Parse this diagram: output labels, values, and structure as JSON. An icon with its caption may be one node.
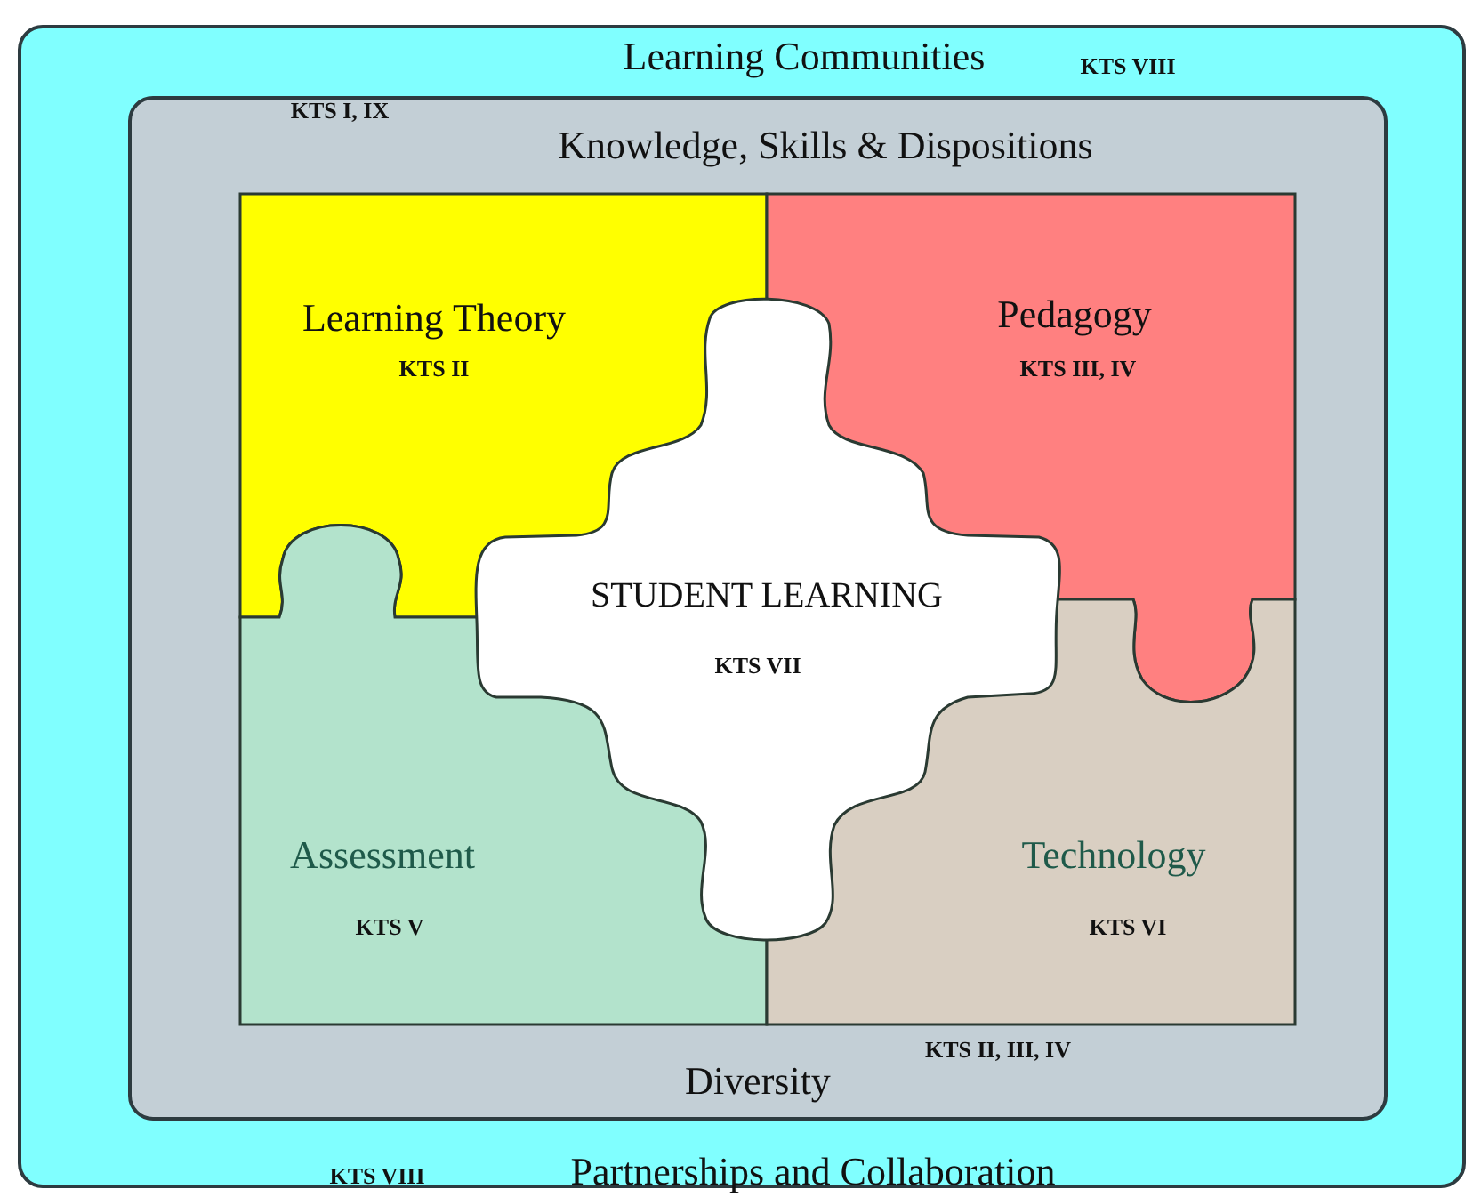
{
  "diagram": {
    "nodes": [
      {
        "text": [
          "Learning Communities",
          "KTS VIII",
          "KTS VIII",
          "Partnerships and Collaboration"
        ]
      },
      {
        "text": [
          "KTS I, IX",
          "Knowledge, Skills & Dispositions",
          "KTS II, III, IV",
          "Diversity"
        ],
        "in": 0
      },
      {
        "text": [
          "Learning Theory",
          "KTS II"
        ],
        "in": 1
      },
      {
        "text": [
          "Pedagogy",
          "KTS III, IV"
        ],
        "in": 1
      },
      {
        "text": [
          "STUDENT LEARNING",
          "KTS VII"
        ],
        "in": 1
      },
      {
        "text": [
          "Assessment",
          "KTS V"
        ],
        "in": 1
      },
      {
        "text": [
          "Technology",
          "KTS VI"
        ],
        "in": 1
      }
    ]
  }
}
